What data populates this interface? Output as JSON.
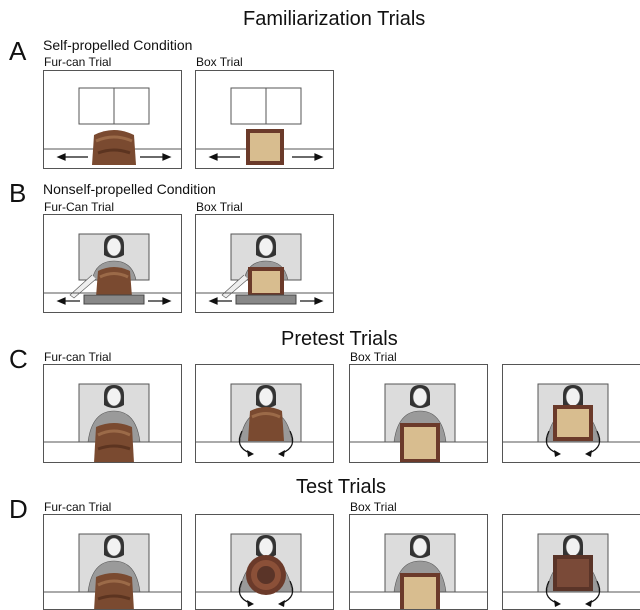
{
  "headings": {
    "familiarization": "Familiarization Trials",
    "pretest": "Pretest Trials",
    "test": "Test Trials"
  },
  "panels": {
    "A": {
      "letter": "A",
      "condition": "Self-propelled Condition",
      "left_label": "Fur-can Trial",
      "right_label": "Box Trial"
    },
    "B": {
      "letter": "B",
      "condition": "Nonself-propelled Condition",
      "left_label": "Fur-Can Trial",
      "right_label": "Box Trial"
    },
    "C": {
      "letter": "C",
      "left_label": "Fur-can Trial",
      "right_label": "Box Trial"
    },
    "D": {
      "letter": "D",
      "left_label": "Fur-can Trial",
      "right_label": "Box Trial"
    }
  },
  "colors": {
    "fur": "#7a4a30",
    "box_face": "#d8bd8f",
    "box_rim": "#6b3a2a",
    "dark_box": "#5a3428",
    "screen_bg": "#dcdcdc"
  }
}
